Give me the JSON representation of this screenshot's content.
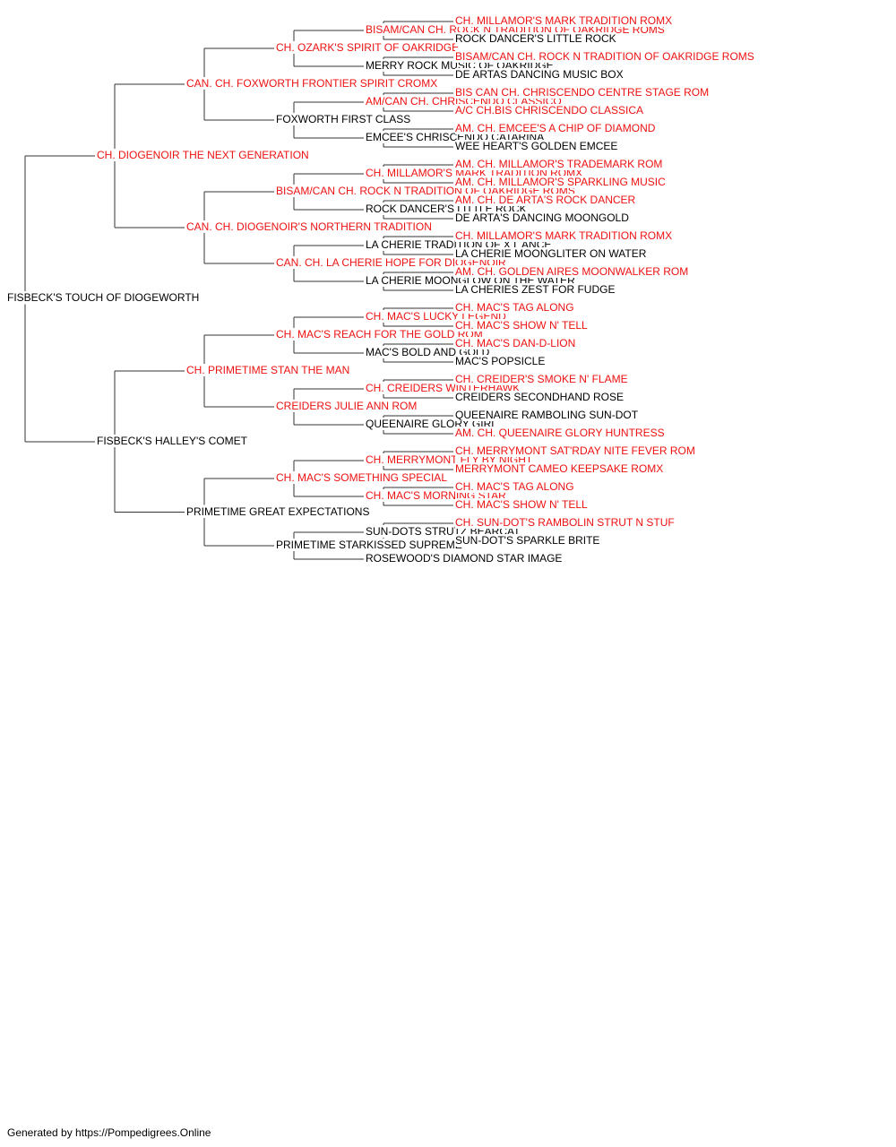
{
  "colors": {
    "champion_text": "#ee1111",
    "plain_text": "#000000",
    "connector_lines": "#333333"
  },
  "pedigree": {
    "name": "FISBECK'S TOUCH OF DIOGEWORTH",
    "titled": false,
    "sire": {
      "name": "CH. DIOGENOIR THE NEXT GENERATION",
      "titled": true,
      "sire": {
        "name": "CAN. CH. FOXWORTH FRONTIER SPIRIT CROMX",
        "titled": true,
        "sire": {
          "name": "CH. OZARK'S SPIRIT OF OAKRIDGE",
          "titled": true,
          "sire": {
            "name": "BISAM/CAN CH. ROCK N TRADITION OF OAKRIDGE ROMS",
            "titled": true,
            "sire": {
              "name": "CH. MILLAMOR'S MARK TRADITION ROMX",
              "titled": true
            },
            "dam": {
              "name": "ROCK DANCER'S LITTLE ROCK",
              "titled": false
            }
          },
          "dam": {
            "name": "MERRY ROCK MUSIC OF OAKRIDGE",
            "titled": false,
            "sire": {
              "name": "BISAM/CAN CH. ROCK N TRADITION OF OAKRIDGE ROMS",
              "titled": true
            },
            "dam": {
              "name": "DE ARTAS DANCING MUSIC BOX",
              "titled": false
            }
          }
        },
        "dam": {
          "name": "FOXWORTH FIRST CLASS",
          "titled": false,
          "sire": {
            "name": "AM/CAN CH. CHRISCENDO CLASSICO",
            "titled": true,
            "sire": {
              "name": "BIS CAN CH. CHRISCENDO CENTRE STAGE ROM",
              "titled": true
            },
            "dam": {
              "name": "A/C CH.BIS CHRISCENDO CLASSICA",
              "titled": true
            }
          },
          "dam": {
            "name": "EMCEE'S CHRISCENDO CATARINA",
            "titled": false,
            "sire": {
              "name": "AM. CH. EMCEE'S A CHIP OF DIAMOND",
              "titled": true
            },
            "dam": {
              "name": "WEE HEART'S GOLDEN EMCEE",
              "titled": false
            }
          }
        }
      },
      "dam": {
        "name": "CAN. CH. DIOGENOIR'S NORTHERN TRADITION",
        "titled": true,
        "sire": {
          "name": "BISAM/CAN CH. ROCK N TRADITION OF OAKRIDGE ROMS",
          "titled": true,
          "sire": {
            "name": "CH. MILLAMOR'S MARK TRADITION ROMX",
            "titled": true,
            "sire": {
              "name": "AM. CH. MILLAMOR'S TRADEMARK ROM",
              "titled": true
            },
            "dam": {
              "name": "AM. CH. MILLAMOR'S SPARKLING MUSIC",
              "titled": true
            }
          },
          "dam": {
            "name": "ROCK DANCER'S LITTLE ROCK",
            "titled": false,
            "sire": {
              "name": "AM. CH. DE ARTA'S ROCK DANCER",
              "titled": true
            },
            "dam": {
              "name": "DE ARTA'S DANCING MOONGOLD",
              "titled": false
            }
          }
        },
        "dam": {
          "name": "CAN. CH. LA CHERIE HOPE FOR DIOGENOIR",
          "titled": true,
          "sire": {
            "name": "LA CHERIE TRADITION OF X L ANCE",
            "titled": false,
            "sire": {
              "name": "CH. MILLAMOR'S MARK TRADITION ROMX",
              "titled": true
            },
            "dam": {
              "name": "LA CHERIE MOONGLITER ON WATER",
              "titled": false
            }
          },
          "dam": {
            "name": "LA CHERIE MOONGLOW ON THE WATER",
            "titled": false,
            "sire": {
              "name": "AM. CH. GOLDEN AIRES MOONWALKER ROM",
              "titled": true
            },
            "dam": {
              "name": "LA CHERIES ZEST FOR FUDGE",
              "titled": false
            }
          }
        }
      }
    },
    "dam": {
      "name": "FISBECK'S HALLEY'S COMET",
      "titled": false,
      "sire": {
        "name": "CH. PRIMETIME STAN THE MAN",
        "titled": true,
        "sire": {
          "name": "CH. MAC'S REACH FOR THE GOLD ROM",
          "titled": true,
          "sire": {
            "name": "CH. MAC'S LUCKY LEGEND",
            "titled": true,
            "sire": {
              "name": "CH. MAC'S TAG ALONG",
              "titled": true
            },
            "dam": {
              "name": "CH. MAC'S SHOW N' TELL",
              "titled": true
            }
          },
          "dam": {
            "name": "MAC'S BOLD AND GOLD",
            "titled": false,
            "sire": {
              "name": "CH. MAC'S DAN-D-LION",
              "titled": true
            },
            "dam": {
              "name": "MAC'S POPSICLE",
              "titled": false
            }
          }
        },
        "dam": {
          "name": "CREIDERS JULIE ANN ROM",
          "titled": true,
          "sire": {
            "name": "CH. CREIDERS WINTERHAWK",
            "titled": true,
            "sire": {
              "name": "CH. CREIDER'S SMOKE N' FLAME",
              "titled": true
            },
            "dam": {
              "name": "CREIDERS SECONDHAND ROSE",
              "titled": false
            }
          },
          "dam": {
            "name": "QUEENAIRE GLORY GIRL",
            "titled": false,
            "sire": {
              "name": "QUEENAIRE RAMBOLING SUN-DOT",
              "titled": false
            },
            "dam": {
              "name": "AM. CH. QUEENAIRE GLORY HUNTRESS",
              "titled": true
            }
          }
        }
      },
      "dam": {
        "name": "PRIMETIME GREAT EXPECTATIONS",
        "titled": false,
        "sire": {
          "name": "CH. MAC'S SOMETHING SPECIAL",
          "titled": true,
          "sire": {
            "name": "CH. MERRYMONT FLY BY NIGHT",
            "titled": true,
            "sire": {
              "name": "CH. MERRYMONT SAT'RDAY NITE FEVER ROM",
              "titled": true
            },
            "dam": {
              "name": "MERRYMONT CAMEO KEEPSAKE ROMX",
              "titled": true
            }
          },
          "dam": {
            "name": "CH. MAC'S MORNING STAR",
            "titled": true,
            "sire": {
              "name": "CH. MAC'S TAG ALONG",
              "titled": true
            },
            "dam": {
              "name": "CH. MAC'S SHOW N' TELL",
              "titled": true
            }
          }
        },
        "dam": {
          "name": "PRIMETIME STARKISSED SUPREME",
          "titled": false,
          "sire": {
            "name": "SUN-DOTS STRUTZ BEARCAT",
            "titled": false,
            "sire": {
              "name": "CH. SUN-DOT'S RAMBOLIN STRUT N STUF",
              "titled": true
            },
            "dam": {
              "name": "SUN-DOT'S SPARKLE BRITE",
              "titled": false
            }
          },
          "dam": {
            "name": "ROSEWOOD'S DIAMOND STAR IMAGE",
            "titled": false
          }
        }
      }
    }
  },
  "footer": {
    "text": "Generated by https://Pompedigrees.Online"
  }
}
